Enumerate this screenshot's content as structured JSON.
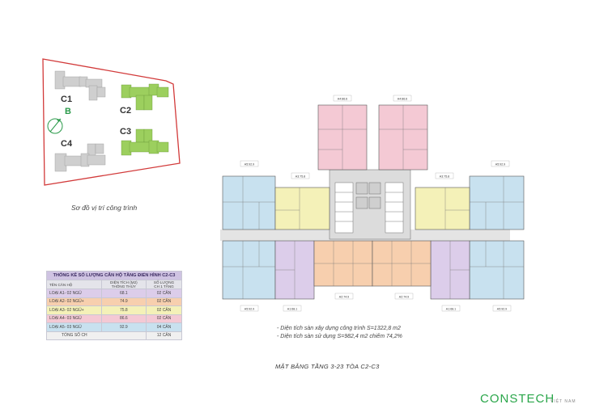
{
  "site": {
    "blocks": [
      "C1",
      "C2",
      "C3",
      "C4"
    ],
    "compass": "B",
    "caption": "Sơ đồ vị trí công trình",
    "colors": {
      "frame": "#d23a3a",
      "highlight": "#9ccf5e",
      "other": "#c8c8c8"
    }
  },
  "table": {
    "title": "THỐNG KÊ SỐ LƯỢNG CĂN HỘ TẦNG ĐIỂN HÌNH C2-C3",
    "headers": {
      "c1": "TÊN CĂN HỘ",
      "c2a": "DIỆN TÍCH (M2)",
      "c2b": "THÔNG THỦY",
      "c3a": "SỐ LƯỢNG",
      "c3b": "CH 1 TẦNG"
    },
    "rows": [
      {
        "name": "LOẠI A1- 02 NGỦ",
        "area": "68.1",
        "count": "02 CĂN",
        "color": "#dccdea"
      },
      {
        "name": "LOẠI A2- 02 NGỦ+",
        "area": "74.9",
        "count": "02 CĂN",
        "color": "#f7cfae"
      },
      {
        "name": "LOẠI A3- 02 NGỦ+",
        "area": "75.8",
        "count": "02 CĂN",
        "color": "#f4f1b8"
      },
      {
        "name": "LOẠI A4- 03 NGỦ",
        "area": "86.6",
        "count": "02 CĂN",
        "color": "#f4c9d4"
      },
      {
        "name": "LOẠI A5- 03 NGỦ",
        "area": "92.9",
        "count": "04 CĂN",
        "color": "#c8e1ef"
      }
    ],
    "total_label": "TỔNG SỐ CH",
    "total_value": "12 CĂN"
  },
  "plan": {
    "unit_tags": {
      "a4_left": "A4:86.6",
      "a4_right": "A4:86.6",
      "a5_tl": "A5:92.9",
      "a5_tr": "A5:92.9",
      "a5_bl": "A5:92.9",
      "a5_br": "A5:92.9",
      "a3_left": "A3:75.8",
      "a3_right": "A3:75.8",
      "a1_left": "A1:68.1",
      "a1_right": "A1:68.1",
      "a2_left": "A2:74.9",
      "a2_right": "A2:74.9"
    },
    "colors": {
      "A1": "#dccdea",
      "A2": "#f7cfae",
      "A3": "#f4f1b8",
      "A4": "#f4c9d4",
      "A5": "#c8e1ef",
      "core": "#e0e0e0"
    },
    "title": "MẶT BẰNG TẦNG 3-23 TÒA C2-C3"
  },
  "notes": {
    "line1": "- Diện tích sàn xây dựng công trình S=1322,8 m2",
    "line2": "- Diện tích sàn sử dụng S=982,4 m2 chiếm 74,2%"
  },
  "brand": {
    "name": "CONSTECH",
    "sub": "VIỆT NAM"
  }
}
